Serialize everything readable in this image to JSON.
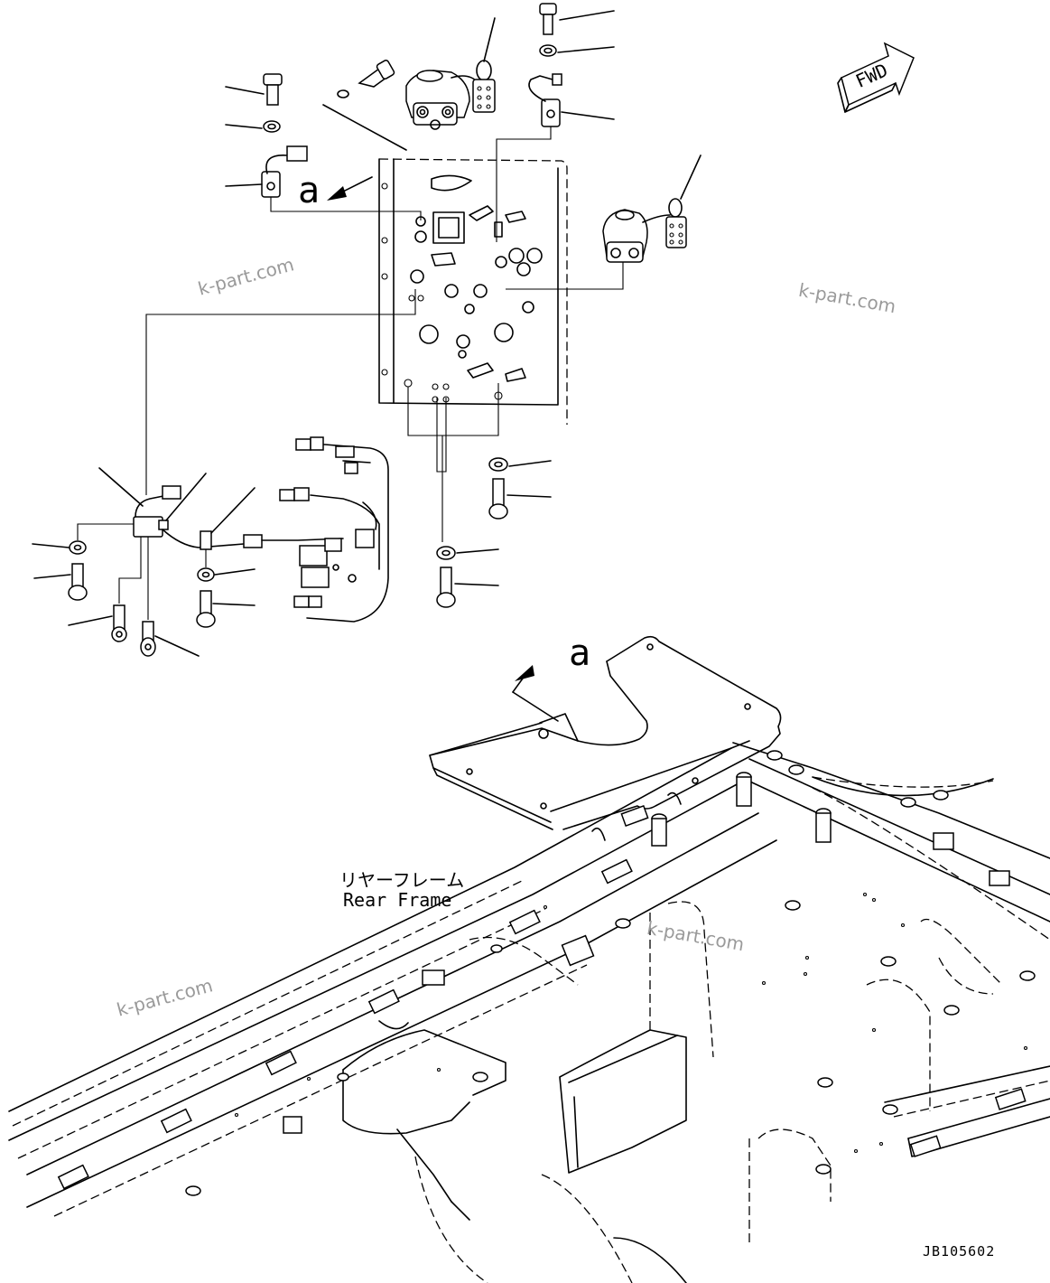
{
  "callouts": {
    "view_mark_top": "a",
    "view_mark_bottom": "a"
  },
  "fwd_label": "FWD",
  "frame_label": {
    "japanese": "リヤーフレーム",
    "english": "Rear Frame"
  },
  "watermarks": [
    "k-part.com",
    "k-part.com",
    "k-part.com",
    "k-part.com"
  ],
  "drawing_id": "JB105602"
}
